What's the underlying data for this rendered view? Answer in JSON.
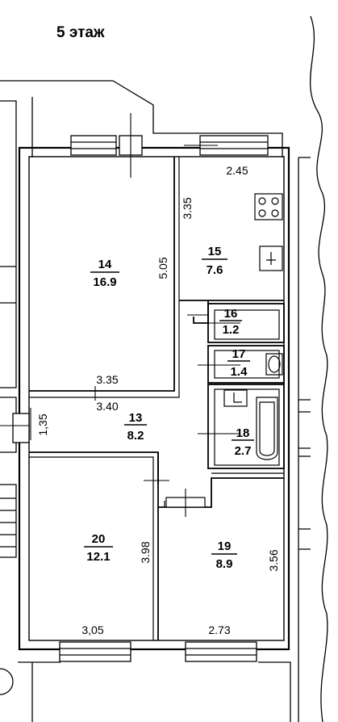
{
  "title": "5 этаж",
  "rooms": [
    {
      "num": "14",
      "area": "16.9"
    },
    {
      "num": "15",
      "area": "7.6"
    },
    {
      "num": "16",
      "area": "1.2"
    },
    {
      "num": "17",
      "area": "1.4"
    },
    {
      "num": "13",
      "area": "8.2"
    },
    {
      "num": "18",
      "area": "2.7"
    },
    {
      "num": "20",
      "area": "12.1"
    },
    {
      "num": "19",
      "area": "8.9"
    }
  ],
  "dimensions": {
    "d245": "2.45",
    "d335a": "3.35",
    "d505": "5.05",
    "d335b": "3.35",
    "d340": "3.40",
    "d135": "1,35",
    "d398": "3.98",
    "d356": "3.56",
    "d305": "3,05",
    "d273": "2.73"
  }
}
